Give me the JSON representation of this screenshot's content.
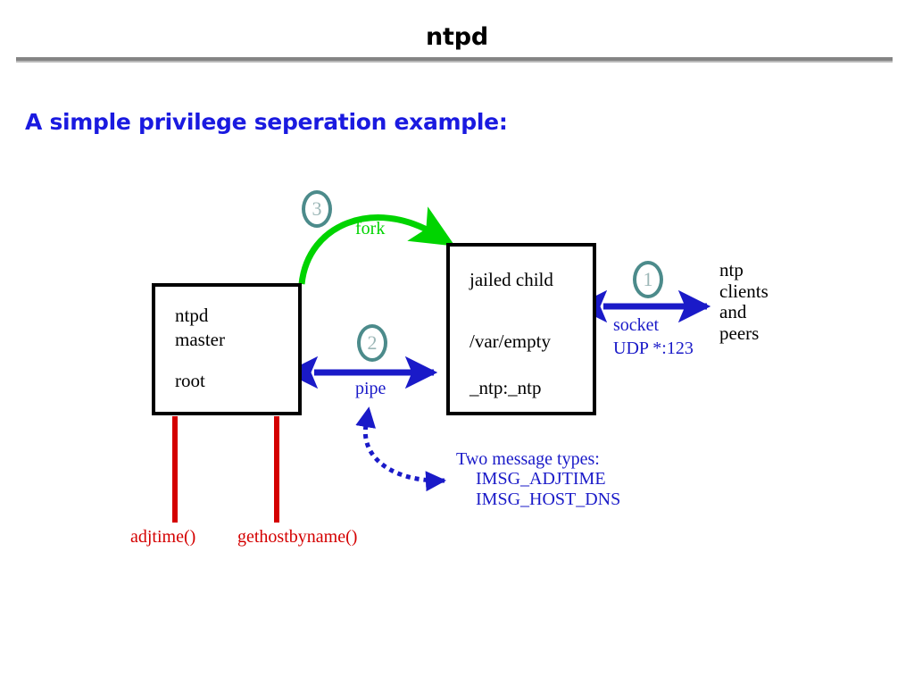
{
  "slide": {
    "title": "ntpd",
    "subtitle": "A simple privilege seperation example:"
  },
  "boxes": {
    "master": {
      "line1": "ntpd",
      "line2": "master",
      "line3": "root"
    },
    "child": {
      "line1": "jailed child",
      "line2": "/var/empty",
      "line3": "_ntp:_ntp"
    }
  },
  "badges": {
    "one": "1",
    "two": "2",
    "three": "3",
    "color": "#4c8b8b",
    "numeral_color": "#9cb7b7"
  },
  "connectors": {
    "fork": {
      "label": "fork",
      "color": "#00d400",
      "style": "curved-arrow",
      "badge": "3"
    },
    "pipe": {
      "label": "pipe",
      "color": "#1a1ac8",
      "style": "double-headed-arrow",
      "badge": "2"
    },
    "socket": {
      "label_line1": "socket",
      "label_line2": "UDP *:123",
      "color": "#1a1ac8",
      "style": "double-headed-arrow",
      "badge": "1"
    },
    "messages": {
      "color": "#1a1ac8",
      "style": "dotted-double-headed-curve"
    },
    "syscalls": {
      "color": "#d40000",
      "style": "vertical-line"
    }
  },
  "labels": {
    "peers": [
      "ntp",
      "clients",
      "and",
      "peers"
    ],
    "message_types": [
      "Two message types:",
      "IMSG_ADJTIME",
      "IMSG_HOST_DNS"
    ],
    "adjtime": "adjtime()",
    "gethostbyname": "gethostbyname()"
  }
}
